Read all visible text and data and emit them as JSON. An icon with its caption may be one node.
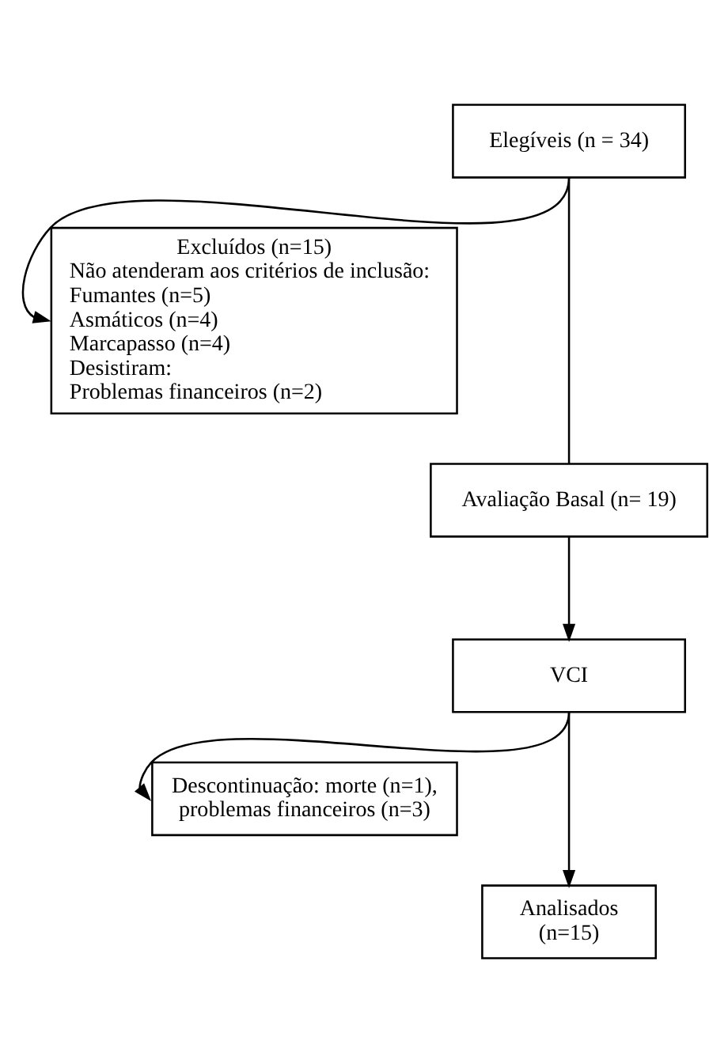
{
  "diagram": {
    "nodes": [
      {
        "text": [
          "Elegíveis (n = 34)"
        ]
      },
      {
        "text": [
          "Excluídos (n=15)",
          "Não atenderam aos critérios de inclusão:",
          "Fumantes (n=5)",
          "Asmáticos (n=4)",
          "Marcapasso (n=4)",
          "Desistiram:",
          "Problemas financeiros (n=2)"
        ]
      },
      {
        "text": [
          "Avaliação Basal (n= 19)"
        ]
      },
      {
        "text": [
          "VCI"
        ]
      },
      {
        "text": [
          "Descontinuação: morte (n=1), problemas financeiros (n=3)"
        ]
      },
      {
        "text": [
          "Analisados (n=15)"
        ]
      }
    ],
    "edges": [
      {
        "from": 0,
        "to": 2,
        "arrow": "none"
      },
      {
        "from": 0,
        "to": 1,
        "arrow": "to"
      },
      {
        "from": 2,
        "to": 3,
        "arrow": "to"
      },
      {
        "from": 3,
        "to": 5,
        "arrow": "to"
      },
      {
        "from": 3,
        "to": 4,
        "arrow": "to"
      }
    ]
  }
}
